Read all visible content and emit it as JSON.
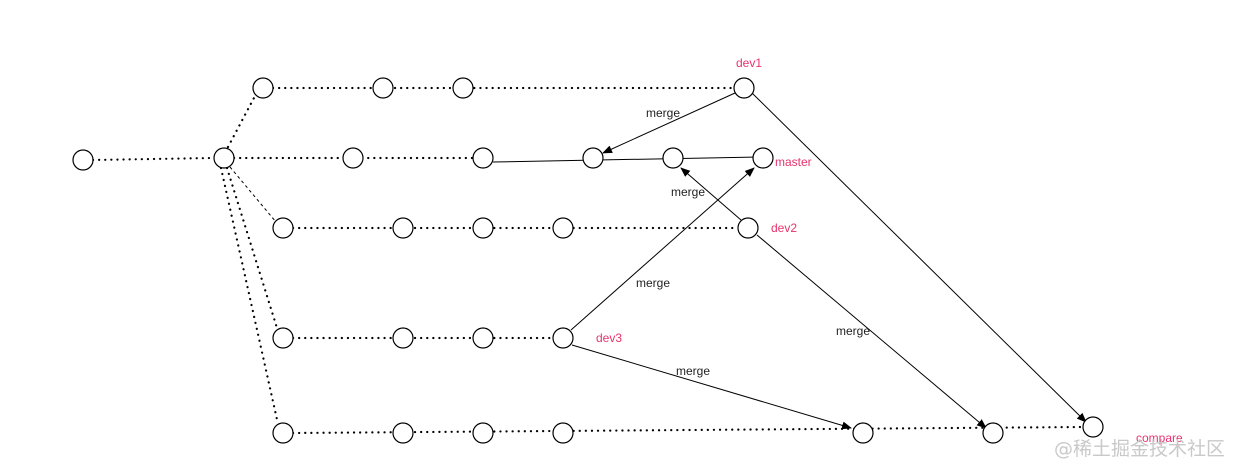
{
  "labels": {
    "dev1": "dev1",
    "master": "master",
    "dev2": "dev2",
    "dev3": "dev3",
    "compare": "compare"
  },
  "edge_labels": {
    "merge_dev1": "merge",
    "merge_dev2_master": "merge",
    "merge_dev3_master": "merge",
    "merge_dev2_bottom": "merge",
    "merge_dev3_bottom": "merge"
  },
  "watermark": "@稀土掘金技术社区",
  "colors": {
    "branch_label": "#e8336d",
    "stroke": "#000000"
  }
}
